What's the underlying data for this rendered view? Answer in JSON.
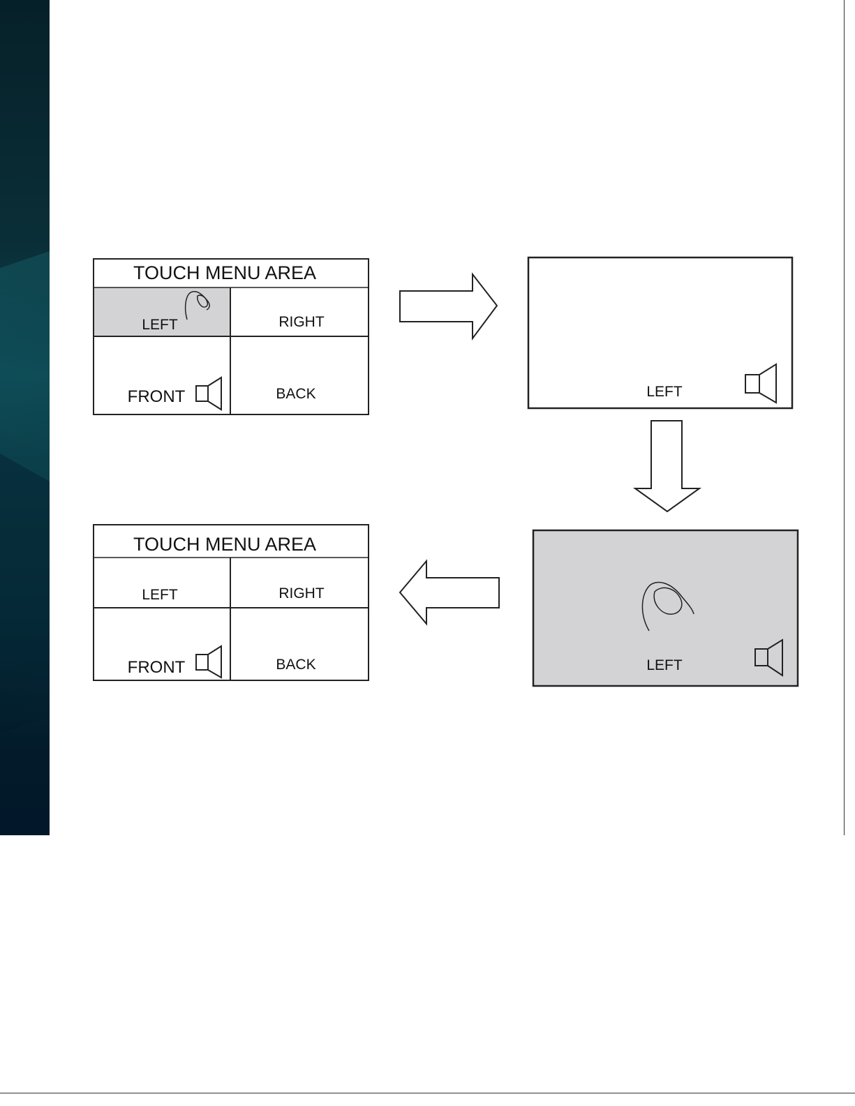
{
  "touch_menu_1": {
    "title": "TOUCH MENU AREA",
    "left": "LEFT",
    "right": "RIGHT",
    "front": "FRONT",
    "back": "BACK"
  },
  "screen_1": {
    "label": "LEFT"
  },
  "screen_2": {
    "label": "LEFT"
  },
  "touch_menu_2": {
    "title": "TOUCH MENU AREA",
    "left": "LEFT",
    "right": "RIGHT",
    "front": "FRONT",
    "back": "BACK"
  },
  "colors": {
    "highlight": "#d3d3d5",
    "line": "#222222",
    "band": "#0a3a44"
  }
}
